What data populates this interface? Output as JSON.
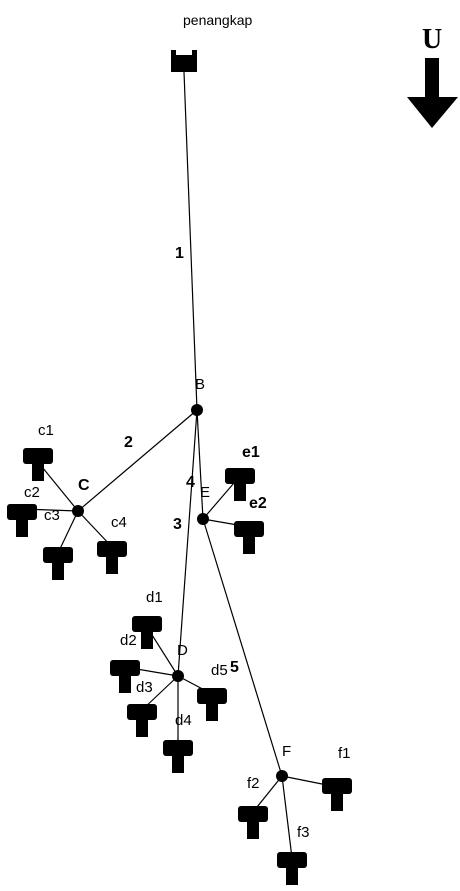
{
  "top_label": "penangkap",
  "north_label": "U",
  "segments": [
    "1",
    "2",
    "3",
    "4",
    "5"
  ],
  "nodes": [
    "B",
    "C",
    "D",
    "E",
    "F"
  ],
  "traps": {
    "c": [
      "c1",
      "c2",
      "c3",
      "c4"
    ],
    "d": [
      "d1",
      "d2",
      "d3",
      "d4",
      "d5"
    ],
    "e": [
      "e1",
      "e2"
    ],
    "f": [
      "f1",
      "f2",
      "f3"
    ]
  },
  "colors": {
    "ink": "#000000",
    "background": "#ffffff"
  }
}
